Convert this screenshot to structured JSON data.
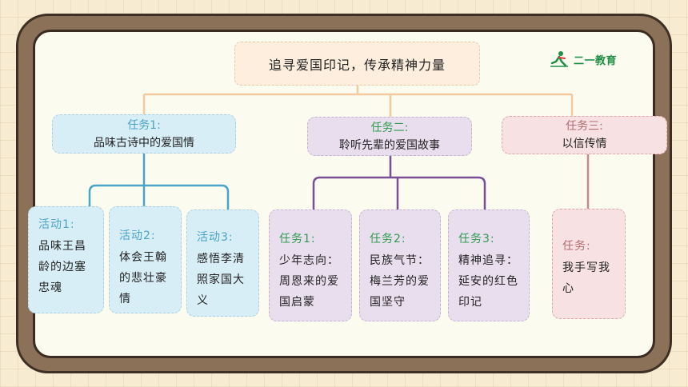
{
  "title": "追寻爱国印记，传承精神力量",
  "brand": {
    "name": "二一教育",
    "color": "#1f8f45",
    "icon": "running-figure-icon"
  },
  "colors": {
    "blue": "#4aa3c8",
    "purple": "#7a4f96",
    "pink": "#b06c72",
    "orange": "#f3c9a0",
    "green": "#2e9b4e"
  },
  "tasks": [
    {
      "label": "任务1:",
      "text": "品味古诗中的爱国情",
      "children": [
        {
          "label": "活动1:",
          "text": "品味王昌龄的边塞忠魂"
        },
        {
          "label": "活动2:",
          "text": "体会王翰的悲壮豪情"
        },
        {
          "label": "活动3:",
          "text": "感悟李清照家国大义"
        }
      ]
    },
    {
      "label": "任务二:",
      "text": "聆听先辈的爱国故事",
      "children": [
        {
          "label": "任务1:",
          "text": "少年志向：周恩来的爱国启蒙"
        },
        {
          "label": "任务2:",
          "text": "民族气节：梅兰芳的爱国坚守"
        },
        {
          "label": "任务3:",
          "text": "精神追寻：延安的红色印记"
        }
      ]
    },
    {
      "label": "任务三:",
      "text": "以信传情",
      "children": [
        {
          "label": "任务:",
          "text": "我手写我心"
        }
      ]
    }
  ]
}
